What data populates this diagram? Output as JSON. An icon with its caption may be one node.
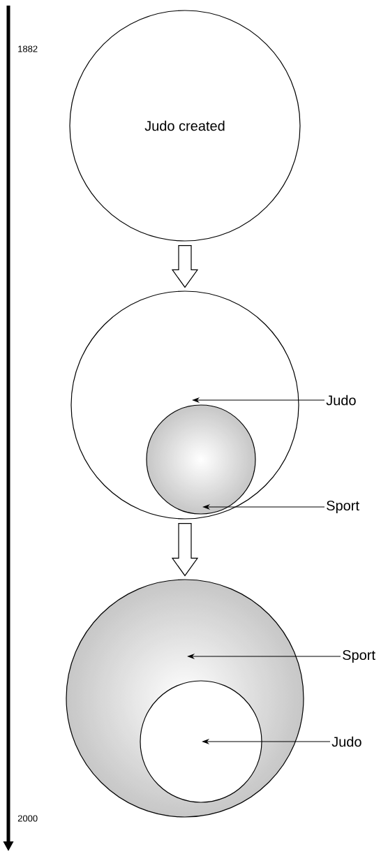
{
  "diagram": {
    "nodes": [
      {
        "text": [
          "Judo created"
        ]
      },
      {
        "text": [],
        "shape": "circle"
      },
      {
        "text": [
          "Judo"
        ]
      },
      {
        "text": [],
        "shape": "circle",
        "in": 1
      },
      {
        "text": [
          "Sport"
        ]
      },
      {
        "text": [],
        "shape": "circle"
      },
      {
        "text": [
          "Sport"
        ]
      },
      {
        "text": [],
        "shape": "circle",
        "in": 5
      },
      {
        "text": [
          "Judo"
        ]
      }
    ],
    "edges": [
      {
        "from": 0,
        "to": 1,
        "arrow": "to"
      },
      {
        "from": 1,
        "to": 5,
        "arrow": "to"
      },
      {
        "from": 2,
        "to": 1,
        "arrow": "to"
      },
      {
        "from": 4,
        "to": 3,
        "arrow": "to"
      },
      {
        "from": 6,
        "to": 5,
        "arrow": "to"
      },
      {
        "from": 8,
        "to": 7,
        "arrow": "to"
      }
    ],
    "labels": [
      "1882",
      "2000"
    ]
  }
}
